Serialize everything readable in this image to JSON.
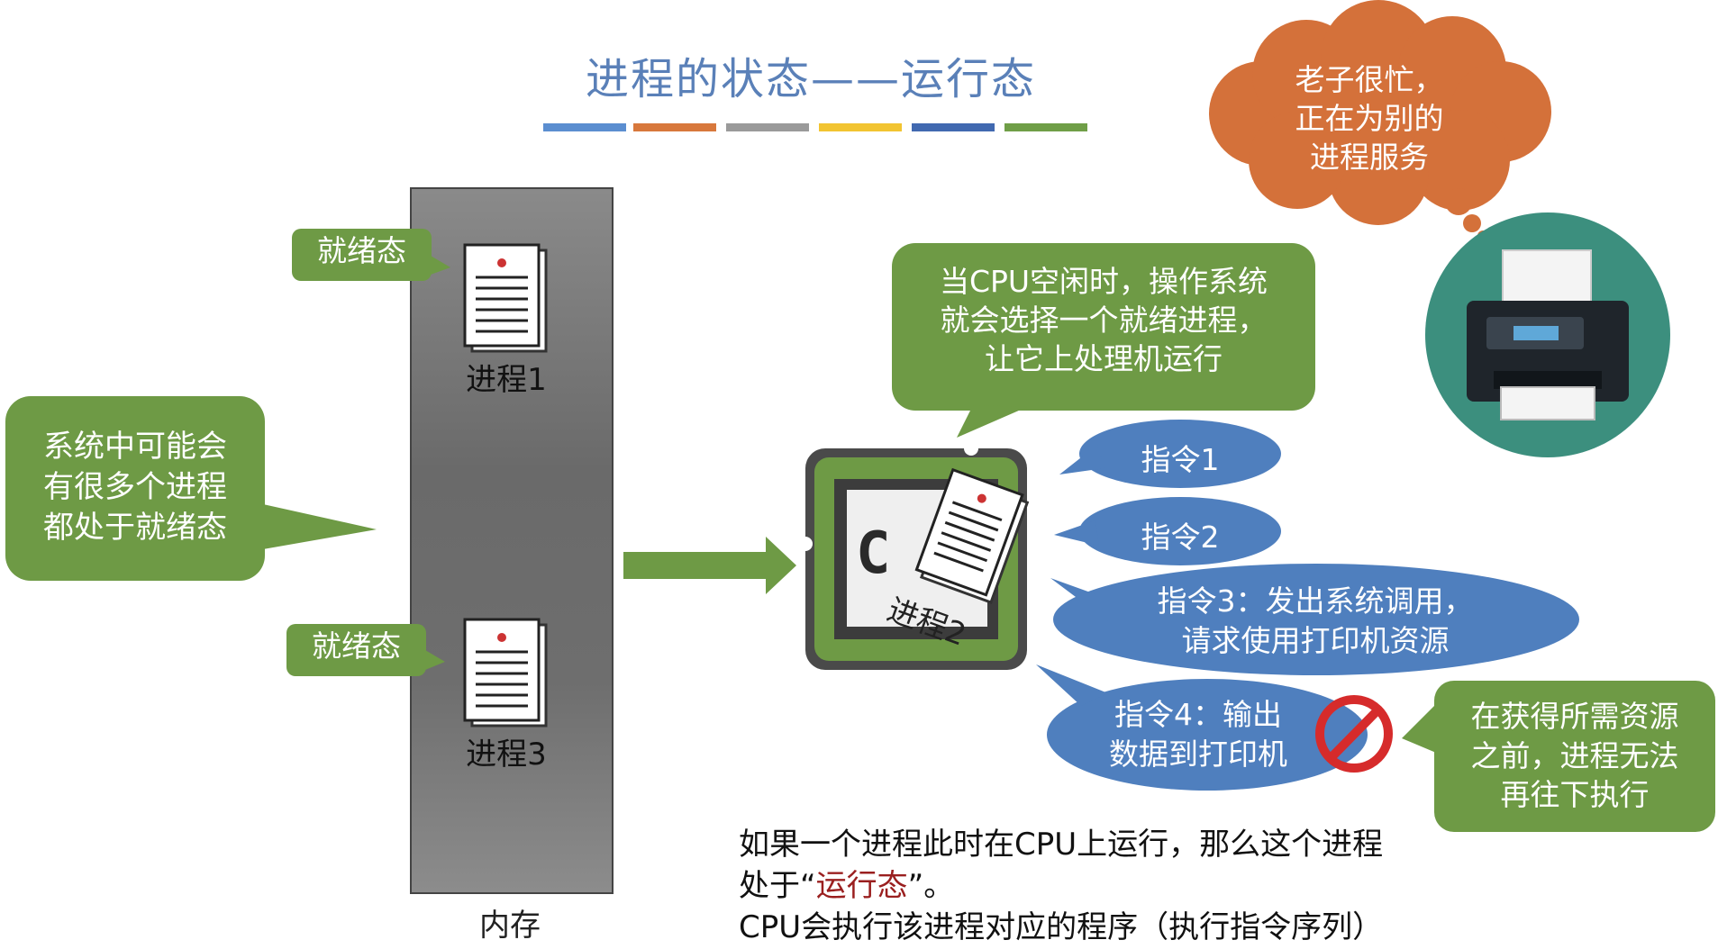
{
  "title": "进程的状态——运行态",
  "title_bar_colors": [
    "#5b8ed0",
    "#d8783c",
    "#9a9a9a",
    "#f2c431",
    "#4169b0",
    "#6f9e47"
  ],
  "ready_callout_1": "就绪态",
  "ready_callout_2": "就绪态",
  "process1_label": "进程1",
  "process3_label": "进程3",
  "process2_label": "进程2",
  "memory_label": "内存",
  "left_note": {
    "line1": "系统中可能会",
    "line2": "有很多个进程",
    "line3": "都处于就绪态"
  },
  "cpu_note": {
    "line1": "当CPU空闲时，操作系统",
    "line2": "就会选择一个就绪进程，",
    "line3": "让它上处理机运行"
  },
  "cpu_chip_text": "C",
  "printer_thought": {
    "line1": "老子很忙，",
    "line2": "正在为别的",
    "line3": "进程服务"
  },
  "instructions": {
    "i1": "指令1",
    "i2": "指令2",
    "i3_line1": "指令3：发出系统调用，",
    "i3_line2": "请求使用打印机资源",
    "i4_line1": "指令4：输出",
    "i4_line2": "数据到打印机"
  },
  "blocked_note": {
    "line1": "在获得所需资源",
    "line2": "之前，进程无法",
    "line3": "再往下执行"
  },
  "description": {
    "line1": "如果一个进程此时在CPU上运行，那么这个进程",
    "line2_prefix": "处于“",
    "line2_highlight": "运行态",
    "line2_suffix": "”。",
    "line3": "CPU会执行该进程对应的程序（执行指令序列）"
  },
  "colors": {
    "green": "#6e9a45",
    "blue": "#4f7fbe",
    "orange": "#d4713a",
    "red_text": "#9a1f1f",
    "teal": "#3c8f7e"
  }
}
